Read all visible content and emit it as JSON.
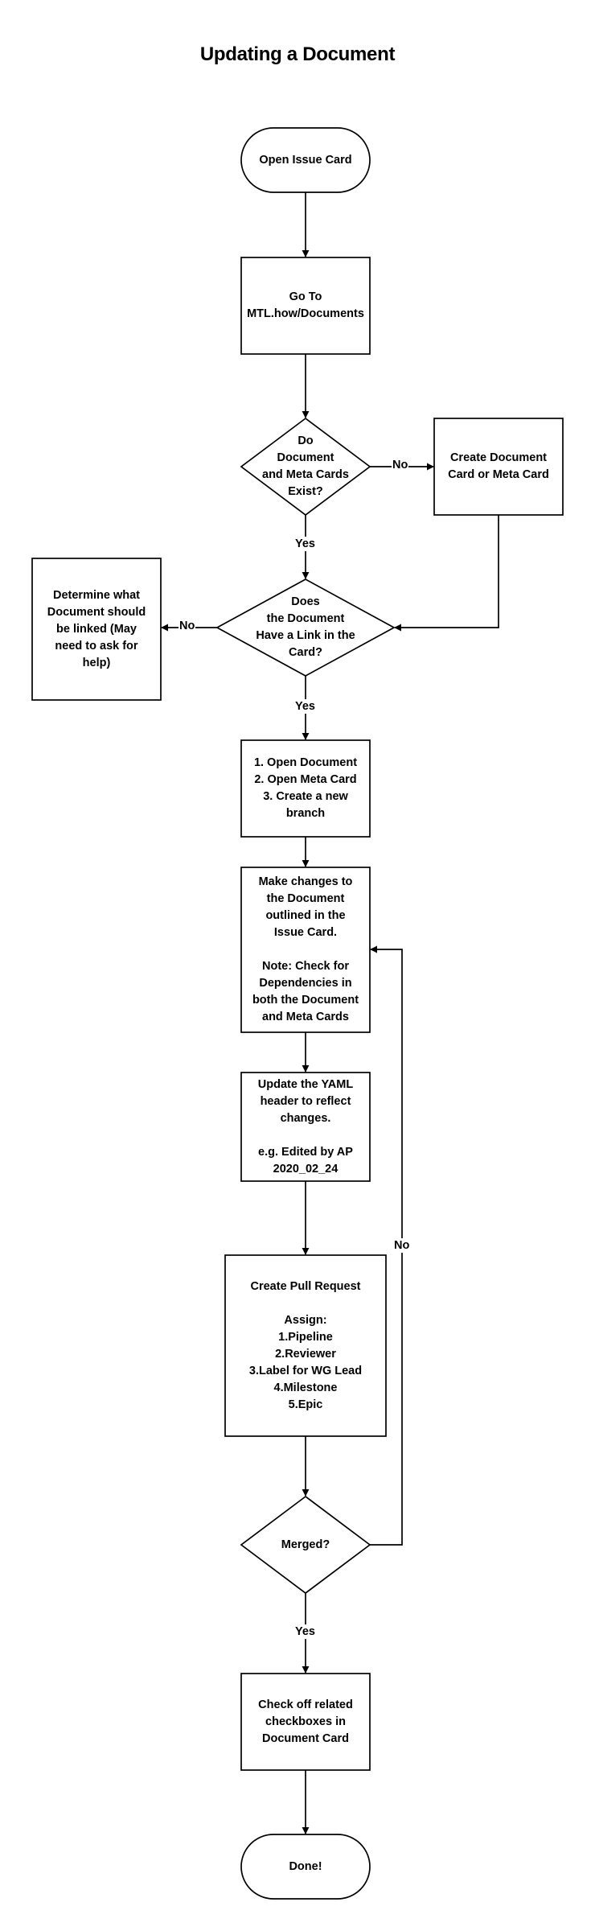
{
  "title": "Updating a Document",
  "nodes": {
    "open_issue_card": "Open Issue Card",
    "go_to_documents": "Go To\nMTL.how/Documents",
    "cards_exist": "Do\nDocument\nand Meta Cards\nExist?",
    "create_card": "Create Document\nCard or Meta Card",
    "has_link": "Does\nthe Document\nHave a Link in the\nCard?",
    "determine_link": "Determine what\nDocument should\nbe linked (May\nneed to ask for\nhelp)",
    "open_document": "1. Open Document\n2. Open Meta Card\n3. Create a new\nbranch",
    "make_changes": "Make changes to\nthe Document\noutlined in the\nIssue Card.\n\nNote: Check for\nDependencies in\nboth the Document\nand Meta Cards",
    "update_yaml": "Update the YAML\nheader to reflect\nchanges.\n\ne.g. Edited by AP\n2020_02_24",
    "pull_request": "Create Pull Request\n\nAssign:\n1.Pipeline\n2.Reviewer\n3.Label for WG Lead\n4.Milestone\n5.Epic",
    "merged": "Merged?",
    "check_off": "Check off related\ncheckboxes in\nDocument Card",
    "done": "Done!"
  },
  "edge_labels": {
    "cards_exist_no": "No",
    "cards_exist_yes": "Yes",
    "has_link_no": "No",
    "has_link_yes": "Yes",
    "merged_no": "No",
    "merged_yes": "Yes"
  }
}
